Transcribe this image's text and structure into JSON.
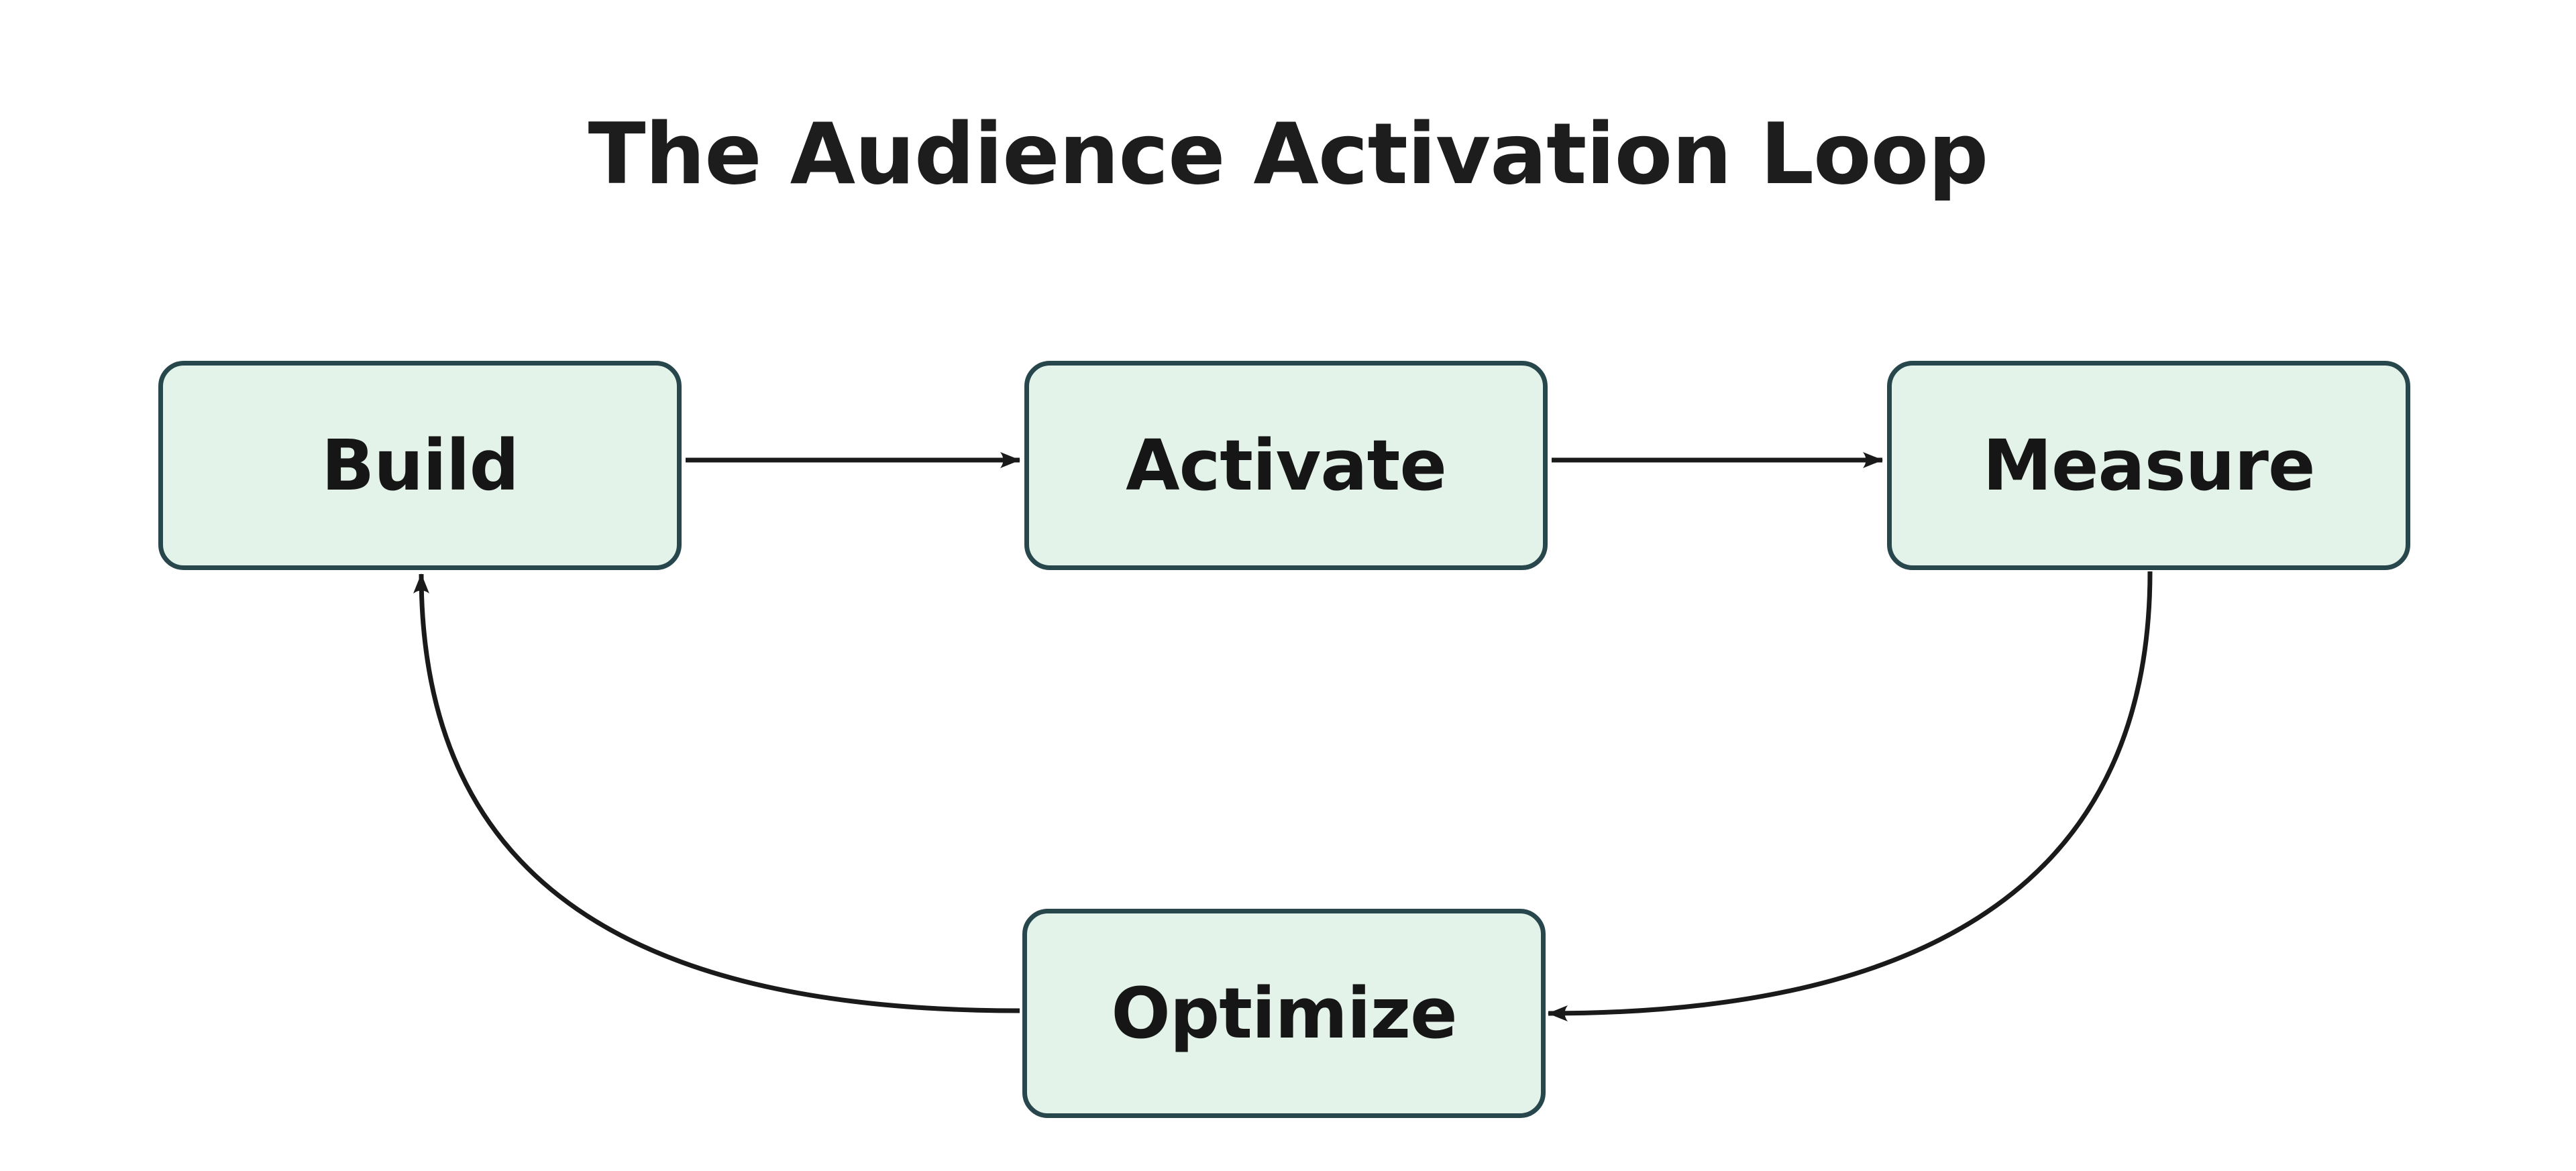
{
  "title": "The Audience Activation Loop",
  "diagram": {
    "type": "flowchart-loop",
    "nodes": [
      {
        "id": "build",
        "label": "Build"
      },
      {
        "id": "activate",
        "label": "Activate"
      },
      {
        "id": "measure",
        "label": "Measure"
      },
      {
        "id": "optimize",
        "label": "Optimize"
      }
    ],
    "edges": [
      {
        "from": "build",
        "to": "activate",
        "style": "straight-horizontal"
      },
      {
        "from": "activate",
        "to": "measure",
        "style": "straight-horizontal"
      },
      {
        "from": "measure",
        "to": "optimize",
        "style": "curved"
      },
      {
        "from": "optimize",
        "to": "build",
        "style": "curved"
      }
    ],
    "colors": {
      "background": "#ffffff",
      "node_fill": "#e4f3ea",
      "node_border": "#27474c",
      "node_text": "#161616",
      "edge": "#1a1a1a",
      "title_text": "#1d1d1d"
    }
  }
}
